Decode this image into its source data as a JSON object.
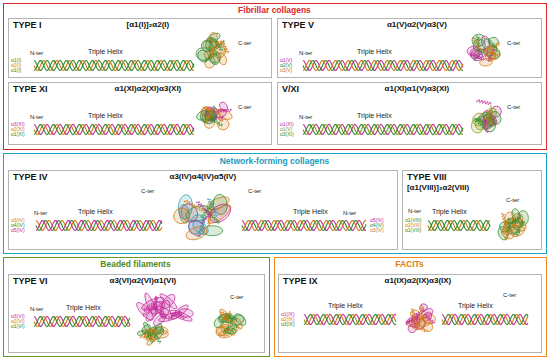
{
  "diagram": {
    "nodes": [
      {
        "text": [
          "Fibrillar collagens"
        ]
      },
      {
        "text": [
          "TYPE I",
          "[α1(I)]₂α2(I)",
          "N-ter",
          "Triple Helix",
          "C-ter",
          "α1(I)",
          "α2(I)",
          "α1(I)"
        ],
        "in": 0
      },
      {
        "text": [
          "TYPE V",
          "α1(V)α2(V)α3(V)",
          "N-ter",
          "Triple Helix",
          "C-ter",
          "α1(V)",
          "α2(V)",
          "α3(V)"
        ],
        "in": 0
      },
      {
        "text": [
          "TYPE XI",
          "α1(XI)α2(XI)α3(XI)",
          "N-ter",
          "Triple Helix",
          "C-ter",
          "α3(XI)",
          "α2(XI)",
          "α1(XI)"
        ],
        "in": 0
      },
      {
        "text": [
          "V/XI",
          "α1(XI)α1(V)α3(XI)",
          "N-ter",
          "Triple Helix",
          "C-ter",
          "α1(XI)",
          "α1(V)",
          "α3(XI)"
        ],
        "in": 0
      },
      {
        "text": [
          "Network-forming collagens"
        ]
      },
      {
        "text": [
          "TYPE IV",
          "α3(IV)α4(IV)α5(IV)",
          "N-ter",
          "Triple Helix",
          "C-ter",
          "C-ter",
          "Triple Helix",
          "N-ter",
          "α3(IV)",
          "α4(IV)",
          "α5(IV)",
          "α5(IV)",
          "α4(IV)",
          "α3(IV)"
        ],
        "in": 5
      },
      {
        "text": [
          "TYPE VIII",
          "[α1(VIII)]₂α2(VIII)",
          "N-ter",
          "Triple Helix",
          "C-ter",
          "α1(VIII)",
          "α2(VIII)",
          "α1(VIII)"
        ],
        "in": 5
      },
      {
        "text": [
          "Beaded filaments"
        ]
      },
      {
        "text": [
          "TYPE VI",
          "α3(VI)α2(VI)α1(VI)",
          "N-ter",
          "Triple Helix",
          "C-ter",
          "α3(VI)",
          "α2(VI)",
          "α1(VI)"
        ],
        "in": 8
      },
      {
        "text": [
          "FACITs"
        ]
      },
      {
        "text": [
          "TYPE IX",
          "α1(IX)α2(IX)α3(IX)",
          "Triple Helix",
          "C-ter",
          "Triple Helix",
          "α1(IX)",
          "α2(IX)",
          "α3(IX)"
        ],
        "in": 10
      }
    ]
  }
}
